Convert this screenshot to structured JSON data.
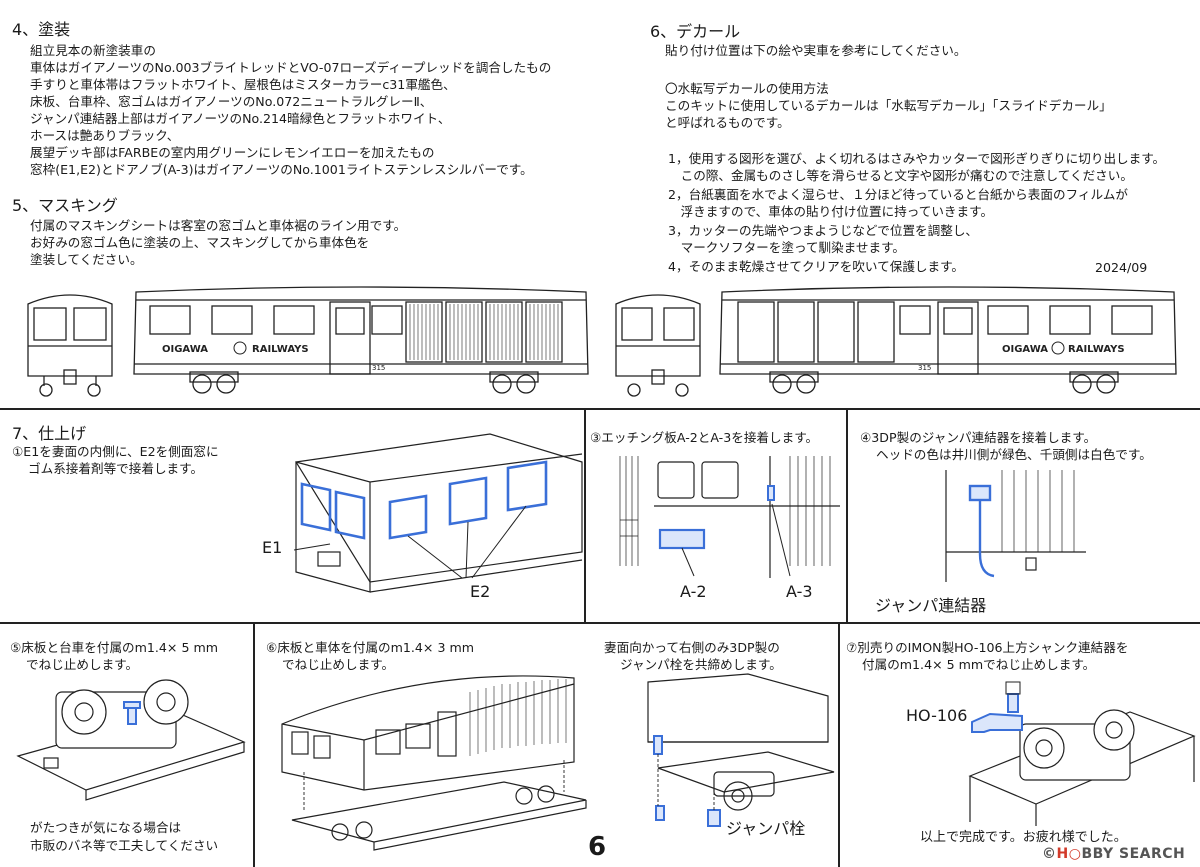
{
  "section4": {
    "heading": "4、塗装",
    "lines": [
      "組立見本の新塗装車の",
      "車体はガイアノーツのNo.003ブライトレッドとVO-07ローズディープレッドを調合したもの",
      "手すりと車体帯はフラットホワイト、屋根色はミスターカラーc31軍艦色、",
      "床板、台車枠、窓ゴムはガイアノーツのNo.072ニュートラルグレーⅡ、",
      "ジャンパ連結器上部はガイアノーツのNo.214暗緑色とフラットホワイト、",
      "ホースは艶ありブラック、",
      "展望デッキ部はFARBEの室内用グリーンにレモンイエローを加えたもの",
      "窓枠(E1,E2)とドアノブ(A-3)はガイアノーツのNo.1001ライトステンレスシルバーです。"
    ]
  },
  "section5": {
    "heading": "5、マスキング",
    "lines": [
      "付属のマスキングシートは客室の窓ゴムと車体裾のライン用です。",
      "お好みの窓ゴム色に塗装の上、マスキングしてから車体色を",
      "塗装してください。"
    ]
  },
  "section6": {
    "heading": "6、デカール",
    "lines": [
      "貼り付け位置は下の絵や実車を参考にしてください。",
      "",
      "〇水転写デカールの使用方法",
      "このキットに使用しているデカールは「水転写デカール」「スライドデカール」",
      "と呼ばれるものです。"
    ],
    "steps": [
      "1，使用する図形を選び、よく切れるはさみやカッターで図形ぎりぎりに切り出します。",
      "　この際、金属ものさし等を滑らせると文字や図形が痛むので注意してください。",
      "2，台紙裏面を水でよく湿らせ、１分ほど待っていると台紙から表面のフィルムが",
      "　浮きますので、車体の貼り付け位置に持っていきます。",
      "3，カッターの先端やつまようじなどで位置を調整し、",
      "　マークソフターを塗って馴染ませます。",
      "4，そのまま乾燥させてクリアを吹いて保護します。"
    ],
    "date": "2024/09"
  },
  "car_left": {
    "logo_left": "OIGAWA",
    "logo_right": "RAILWAYS",
    "number": "315"
  },
  "car_right": {
    "logo_left": "OIGAWA",
    "logo_right": "RAILWAYS",
    "number": "315"
  },
  "section7": {
    "heading": "7、仕上げ",
    "lines": [
      "①E1を妻面の内側に、E2を側面窓に",
      "ゴム系接着剤等で接着します。"
    ],
    "label_e1": "E1",
    "label_e2": "E2"
  },
  "step3": {
    "text": "③エッチング板A-2とA-3を接着します。",
    "label_a2": "A-2",
    "label_a3": "A-3"
  },
  "step4": {
    "lines": [
      "④3DP製のジャンパ連結器を接着します。",
      "ヘッドの色は井川側が緑色、千頭側は白色です。"
    ],
    "label": "ジャンパ連結器"
  },
  "step5": {
    "lines": [
      "⑤床板と台車を付属のm1.4× 5 mm",
      "でねじ止めします。"
    ],
    "note": [
      "がたつきが気になる場合は",
      "市販のバネ等で工夫してください"
    ]
  },
  "step6": {
    "lines": [
      "⑥床板と車体を付属のm1.4× 3 mm",
      "でねじ止めします。"
    ]
  },
  "step_pin": {
    "lines": [
      "妻面向かって右側のみ3DP製の",
      "ジャンパ栓を共締めします。"
    ],
    "label": "ジャンパ栓"
  },
  "step7": {
    "lines": [
      "⑦別売りのIMON製HO-106上方シャンク連結器を",
      "付属のm1.4× 5 mmでねじ止めします。"
    ],
    "label": "HO-106",
    "closing": "以上で完成です。お疲れ様でした。"
  },
  "page_number": "6",
  "watermark": {
    "brand_a": "H",
    "brand_b": "BBY SEARCH",
    "prefix": "©"
  },
  "colors": {
    "highlight_blue": "#3a6fd8",
    "part_blue": "#4a7ee0",
    "ink": "#1a1a1a"
  }
}
